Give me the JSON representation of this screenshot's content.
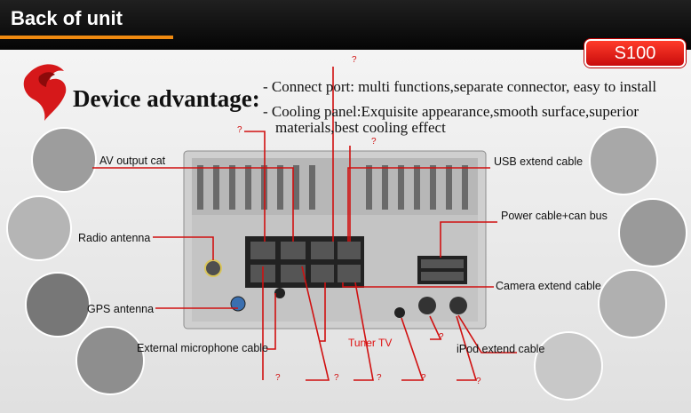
{
  "header": {
    "title": "Back of unit",
    "model": "S100"
  },
  "heading": "Device advantage:",
  "advantages": {
    "line1": "- Connect port: multi functions,separate connector, easy to install",
    "line2": "- Cooling panel:Exquisite appearance,smooth surface,superior",
    "line3": "materials,best cooling effect"
  },
  "labels": {
    "av_output": "AV output cat",
    "radio_antenna": "Radio antenna",
    "gps_antenna": "GPS antenna",
    "ext_mic": "External microphone cable",
    "usb_extend": "USB extend cable",
    "power_cable": "Power cable+can bus",
    "camera_extend": "Camera extend cable",
    "ipod_extend": "iPod extend cable",
    "tuner_tv": "Tuner TV"
  },
  "question_mark": "?",
  "colors": {
    "accent": "#f08a10",
    "badge": "#e01a12",
    "callout": "#d01010"
  }
}
